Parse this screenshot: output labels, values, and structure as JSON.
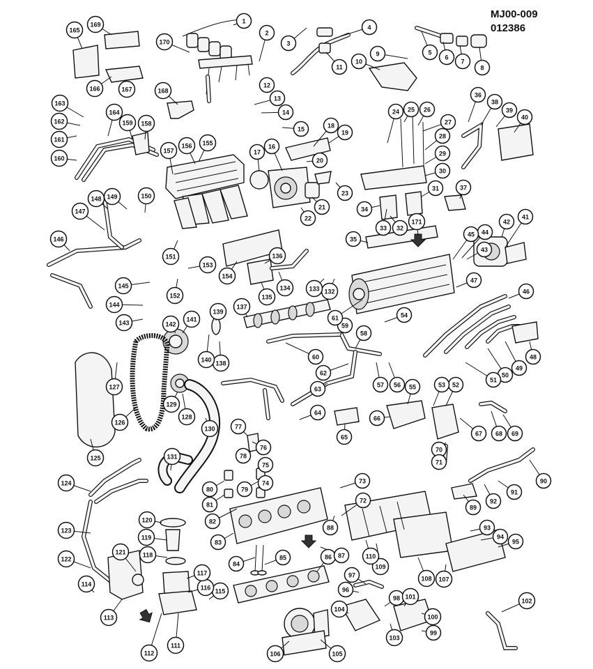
{
  "header": {
    "figure_code": "MJ00-009",
    "date_code": "012386"
  },
  "callouts": [
    "1",
    "2",
    "3",
    "4",
    "5",
    "6",
    "7",
    "8",
    "9",
    "10",
    "11",
    "12",
    "13",
    "14",
    "15",
    "16",
    "17",
    "18",
    "19",
    "20",
    "21",
    "22",
    "23",
    "24",
    "25",
    "26",
    "27",
    "28",
    "29",
    "30",
    "31",
    "32",
    "33",
    "34",
    "35",
    "36",
    "37",
    "38",
    "39",
    "40",
    "41",
    "42",
    "43",
    "44",
    "45",
    "46",
    "47",
    "48",
    "49",
    "50",
    "51",
    "52",
    "53",
    "54",
    "55",
    "56",
    "57",
    "58",
    "59",
    "60",
    "61",
    "62",
    "63",
    "64",
    "65",
    "66",
    "67",
    "68",
    "69",
    "70",
    "71",
    "72",
    "73",
    "74",
    "75",
    "76",
    "77",
    "78",
    "79",
    "80",
    "81",
    "82",
    "83",
    "84",
    "85",
    "86",
    "87",
    "88",
    "89",
    "90",
    "91",
    "92",
    "93",
    "94",
    "95",
    "96",
    "97",
    "98",
    "99",
    "100",
    "101",
    "102",
    "103",
    "104",
    "105",
    "106",
    "107",
    "108",
    "109",
    "110",
    "111",
    "112",
    "113",
    "114",
    "115",
    "116",
    "117",
    "118",
    "119",
    "120",
    "121",
    "122",
    "123",
    "124",
    "125",
    "126",
    "127",
    "128",
    "129",
    "130",
    "131",
    "132",
    "133",
    "134",
    "135",
    "136",
    "137",
    "138",
    "139",
    "140",
    "141",
    "142",
    "143",
    "144",
    "145",
    "146",
    "147",
    "148",
    "149",
    "150",
    "151",
    "152",
    "153",
    "154",
    "155",
    "156",
    "157",
    "158",
    "159",
    "160",
    "161",
    "162",
    "163",
    "164",
    "165",
    "166",
    "167",
    "168",
    "169",
    "170",
    "171"
  ]
}
